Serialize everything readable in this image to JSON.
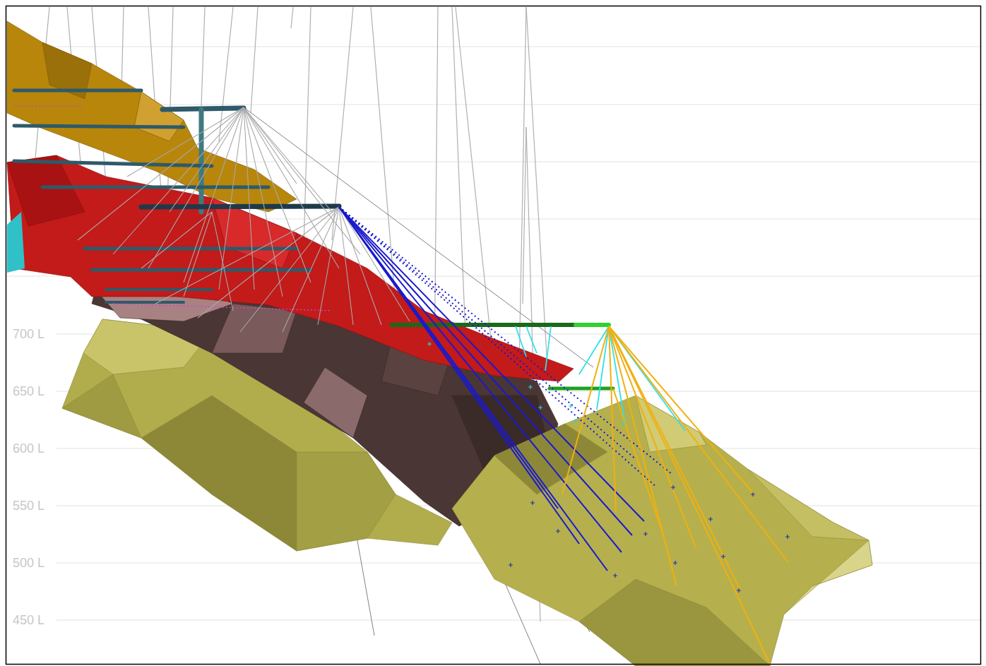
{
  "diagram": {
    "labels": [
      "700 L",
      "650 L",
      "600 L",
      "550 L",
      "500 L",
      "450 L"
    ]
  }
}
